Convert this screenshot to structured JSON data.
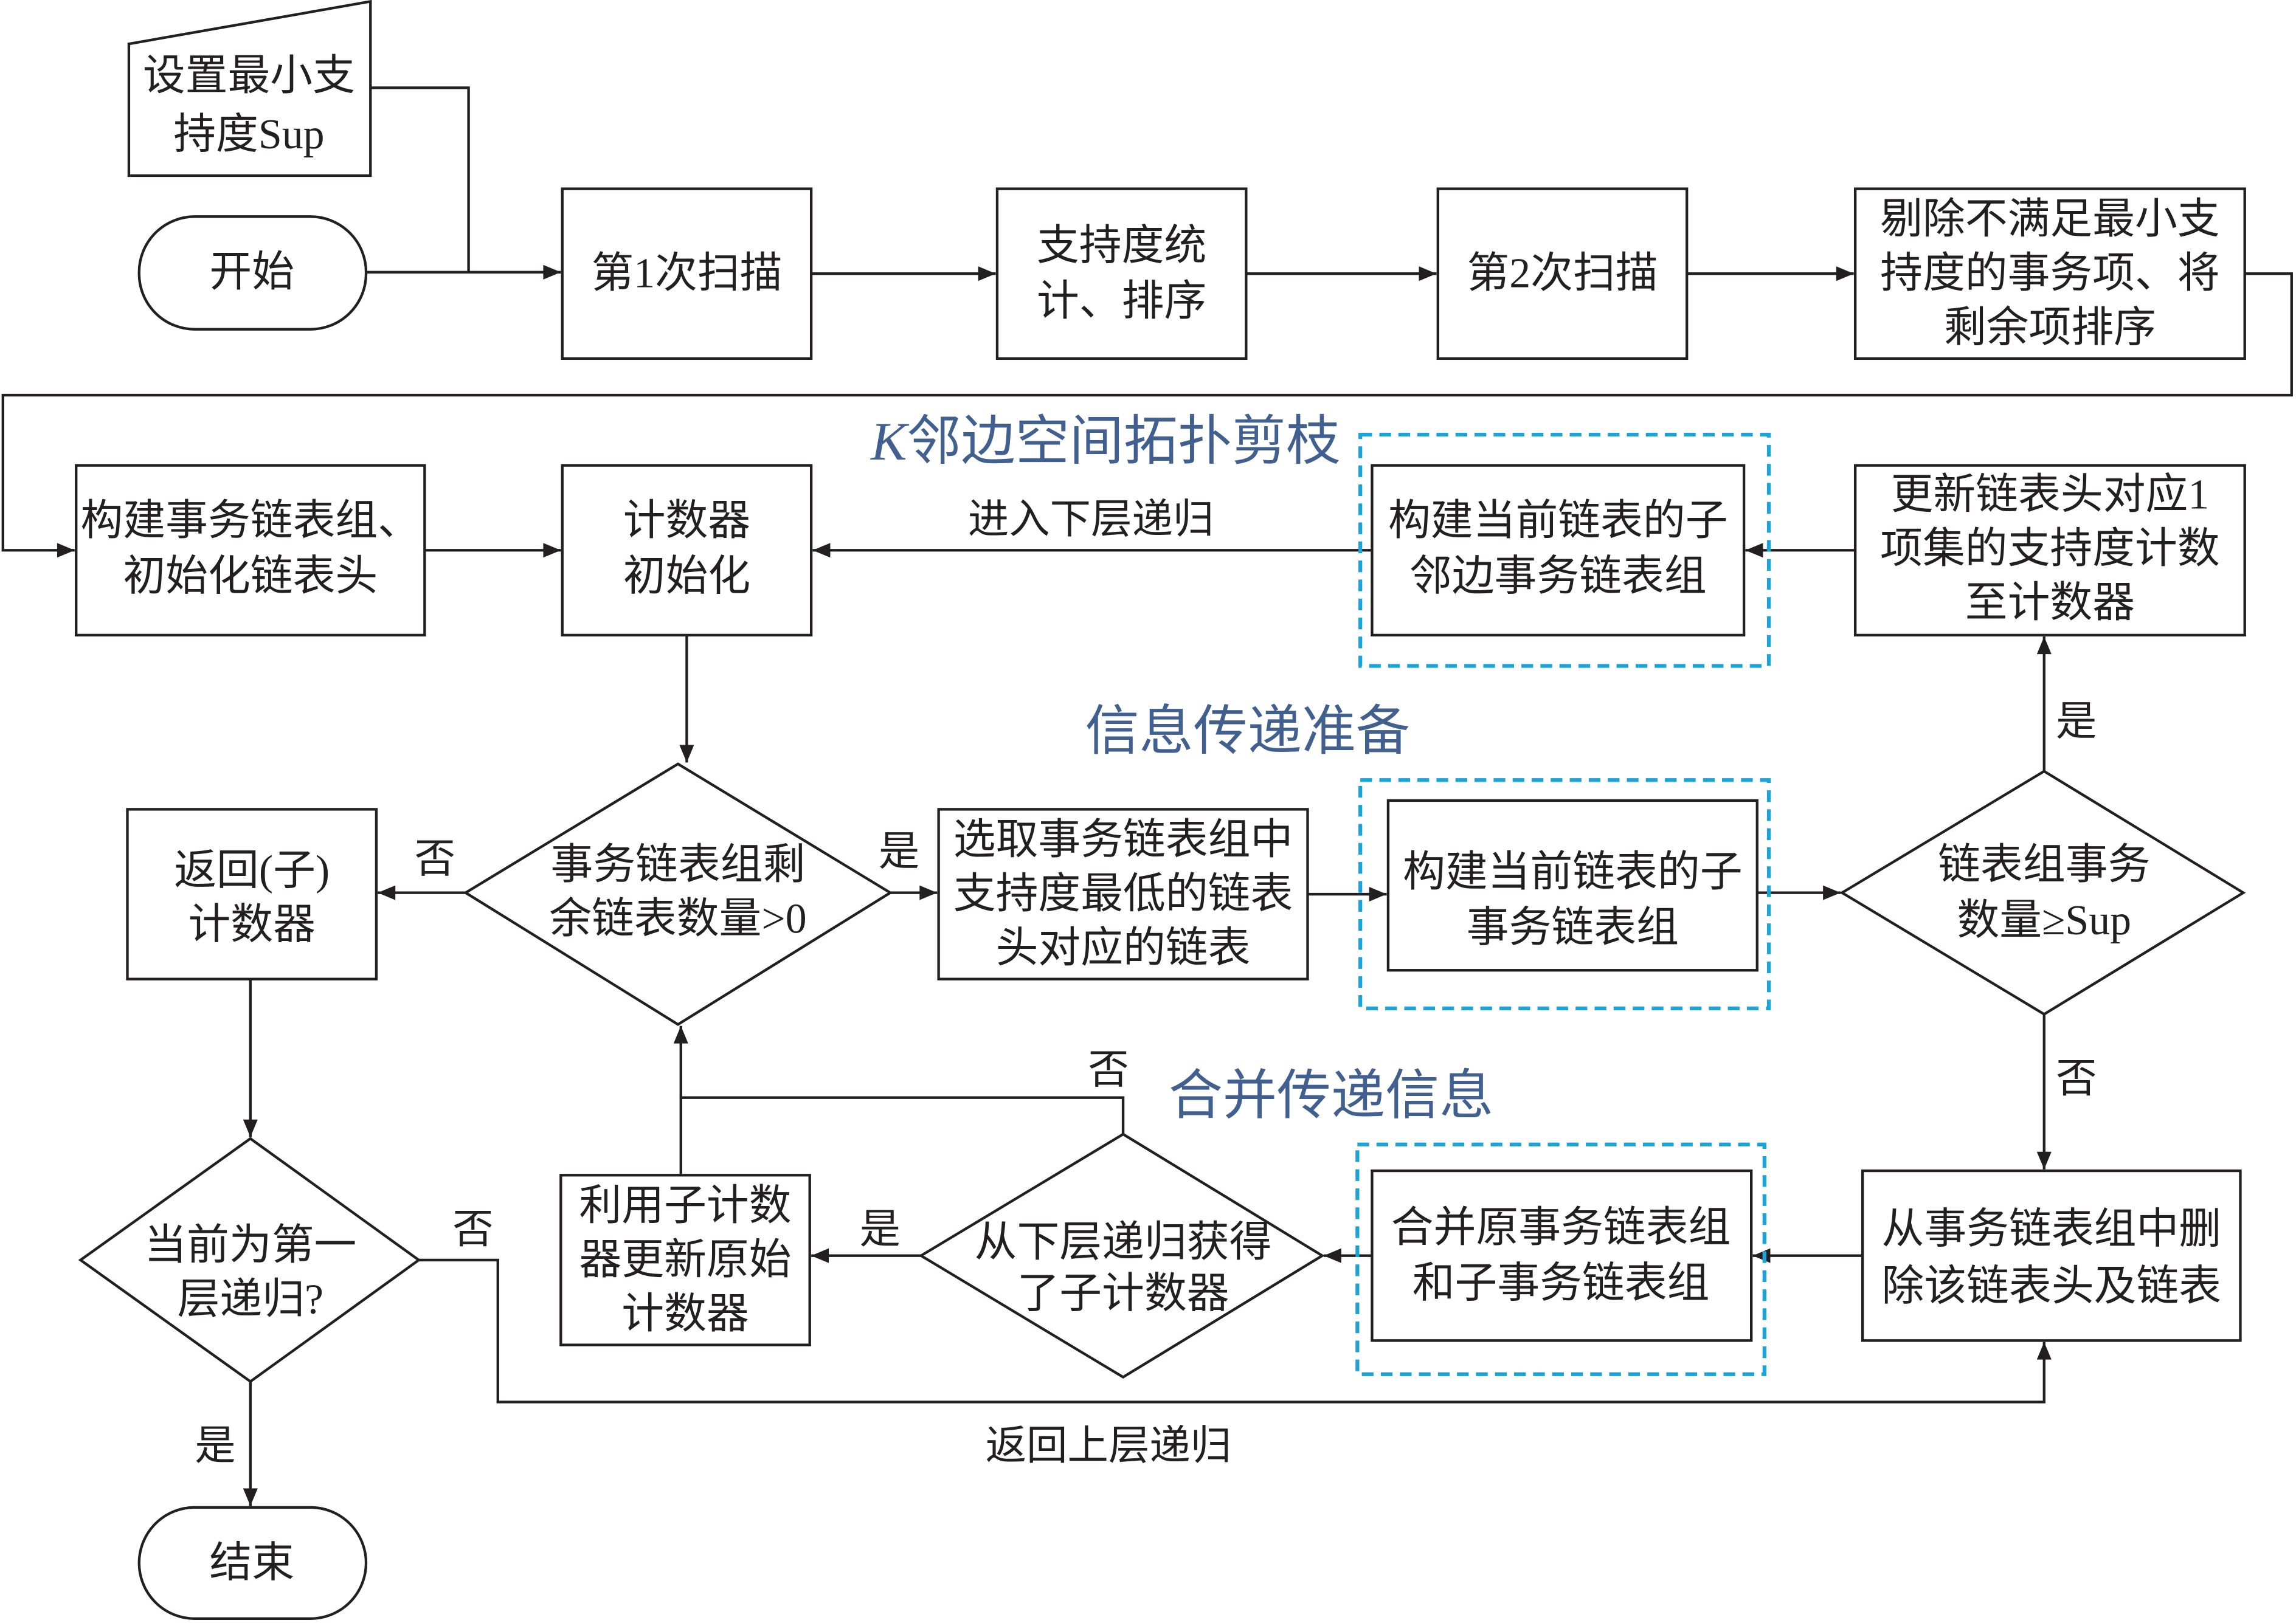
{
  "diagram": {
    "nodes": {
      "set_min_support": [
        "设置最小支",
        "持度Sup"
      ],
      "start": [
        "开始"
      ],
      "scan_1": [
        "第1次扫描"
      ],
      "support_count_sort": [
        "支持度统",
        "计、排序"
      ],
      "scan_2": [
        "第2次扫描"
      ],
      "remove_infrequent": [
        "剔除不满足最小支",
        "持度的事务项、将",
        "剩余项排序"
      ],
      "build_transaction_lists": [
        "构建事务链表组、",
        "初始化链表头"
      ],
      "init_counter": [
        "计数器",
        "初始化"
      ],
      "build_neighbor_sublists": [
        "构建当前链表的子",
        "邻边事务链表组"
      ],
      "update_header_support": [
        "更新链表头对应1",
        "项集的支持度计数",
        "至计数器"
      ],
      "remaining_lists_check": [
        "事务链表组剩",
        "余链表数量>0"
      ],
      "return_sub_counter": [
        "返回(子)",
        "计数器"
      ],
      "select_lowest_support": [
        "选取事务链表组中",
        "支持度最低的链表",
        "头对应的链表"
      ],
      "build_sub_transaction_lists": [
        "构建当前链表的子",
        "事务链表组"
      ],
      "support_threshold_check": [
        "链表组事务",
        "数量≥Sup"
      ],
      "first_level_check": [
        "当前为第一",
        "层递归?"
      ],
      "update_original_counter": [
        "利用子计数",
        "器更新原始",
        "计数器"
      ],
      "sub_counter_check": [
        "从下层递归获得",
        "了子计数器"
      ],
      "merge_lists": [
        "合并原事务链表组",
        "和子事务链表组"
      ],
      "delete_header": [
        "从事务链表组中删",
        "除该链表头及链表"
      ],
      "end": [
        "结束"
      ]
    },
    "sections": {
      "pruning": {
        "italic": "K",
        "text": "邻边空间拓扑剪枝"
      },
      "prepare": "信息传递准备",
      "merge": "合并传递信息"
    },
    "edge_labels": {
      "enter_lower_recursion": "进入下层递归",
      "return_upper_recursion": "返回上层递归",
      "remaining_no": "否",
      "remaining_yes": "是",
      "threshold_yes": "是",
      "threshold_no": "否",
      "sub_counter_no": "否",
      "sub_counter_yes": "是",
      "first_level_no": "否",
      "first_level_yes": "是"
    }
  },
  "colors": {
    "background": "#ffffff",
    "line": "#231f20",
    "text": "#231f20",
    "section_text": "#41608f",
    "dashed_border": "#1ea3d6"
  }
}
